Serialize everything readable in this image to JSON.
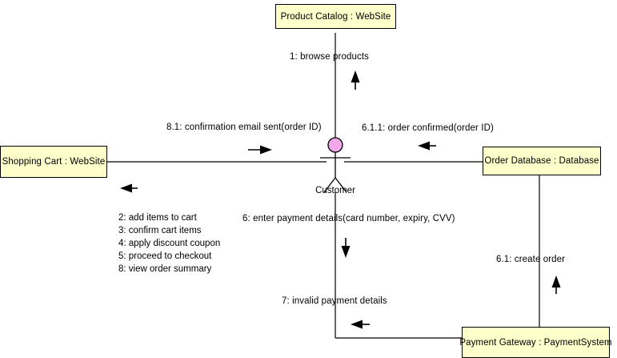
{
  "diagram": {
    "type": "uml-communication-diagram",
    "background": "#ffffff",
    "node_fill": "#ffffcc",
    "node_stroke": "#000000",
    "actor_head_fill": "#f2a9ec",
    "line_color": "#000000"
  },
  "nodes": {
    "product_catalog": {
      "label": "Product Catalog : WebSite"
    },
    "shopping_cart": {
      "label": "Shopping Cart : WebSite"
    },
    "order_database": {
      "label": "Order Database : Database"
    },
    "payment_gateway": {
      "label": "Payment Gateway : PaymentSystem"
    }
  },
  "actor": {
    "name": "Customer"
  },
  "messages": {
    "browse_products": "1: browse products",
    "confirmation_email": "8.1: confirmation email sent(order ID)",
    "order_confirmed": "6.1.1: order confirmed(order ID)",
    "enter_payment": "6: enter payment details(card number, expiry, CVV)",
    "create_order": "6.1: create order",
    "invalid_payment": "7: invalid payment details",
    "cart_messages": [
      "2: add items to cart",
      "3: confirm cart items",
      "4: apply discount coupon",
      "5: proceed to checkout",
      "8: view order summary"
    ]
  }
}
